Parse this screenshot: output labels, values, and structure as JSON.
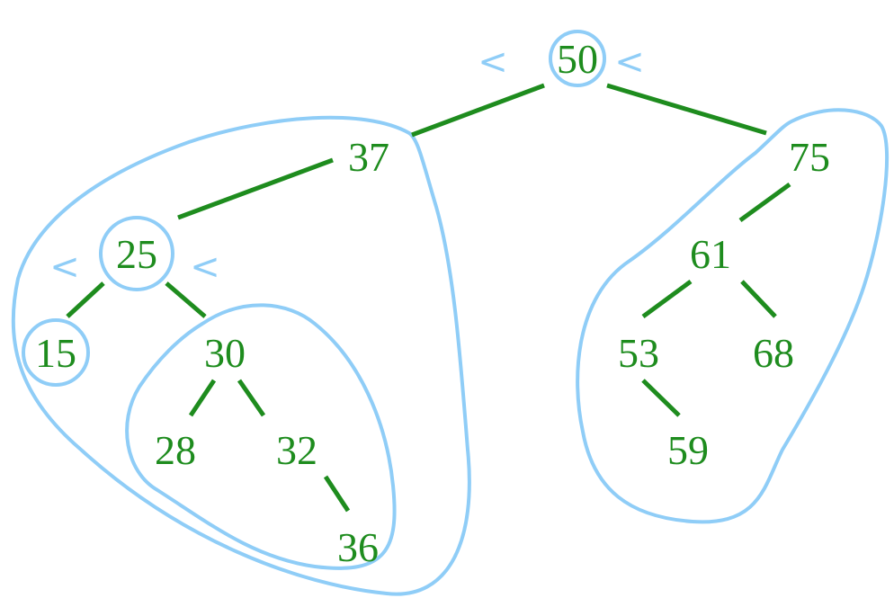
{
  "colors": {
    "node_text": "#1e8c1e",
    "edge": "#1e8c1e",
    "outline": "#8fcdf7",
    "less_than": "#8fcdf7"
  },
  "tree": {
    "nodes": [
      {
        "id": "n50",
        "label": "50",
        "circled": true
      },
      {
        "id": "n37",
        "label": "37",
        "circled": false
      },
      {
        "id": "n75",
        "label": "75",
        "circled": false
      },
      {
        "id": "n25",
        "label": "25",
        "circled": true
      },
      {
        "id": "n15",
        "label": "15",
        "circled": true
      },
      {
        "id": "n30",
        "label": "30",
        "circled": false
      },
      {
        "id": "n28",
        "label": "28",
        "circled": false
      },
      {
        "id": "n32",
        "label": "32",
        "circled": false
      },
      {
        "id": "n36",
        "label": "36",
        "circled": false
      },
      {
        "id": "n61",
        "label": "61",
        "circled": false
      },
      {
        "id": "n53",
        "label": "53",
        "circled": false
      },
      {
        "id": "n68",
        "label": "68",
        "circled": false
      },
      {
        "id": "n59",
        "label": "59",
        "circled": false
      }
    ],
    "edges": [
      [
        "n50",
        "n37"
      ],
      [
        "n50",
        "n75"
      ],
      [
        "n37",
        "n25"
      ],
      [
        "n25",
        "n15"
      ],
      [
        "n25",
        "n30"
      ],
      [
        "n30",
        "n28"
      ],
      [
        "n30",
        "n32"
      ],
      [
        "n32",
        "n36"
      ],
      [
        "n75",
        "n61"
      ],
      [
        "n61",
        "n53"
      ],
      [
        "n61",
        "n68"
      ],
      [
        "n53",
        "n59"
      ]
    ],
    "comparison_marks": [
      {
        "id": "lt-50-left",
        "text": "<"
      },
      {
        "id": "lt-50-right",
        "text": "<"
      },
      {
        "id": "lt-25-left",
        "text": "<"
      },
      {
        "id": "lt-25-right",
        "text": "<"
      }
    ]
  }
}
